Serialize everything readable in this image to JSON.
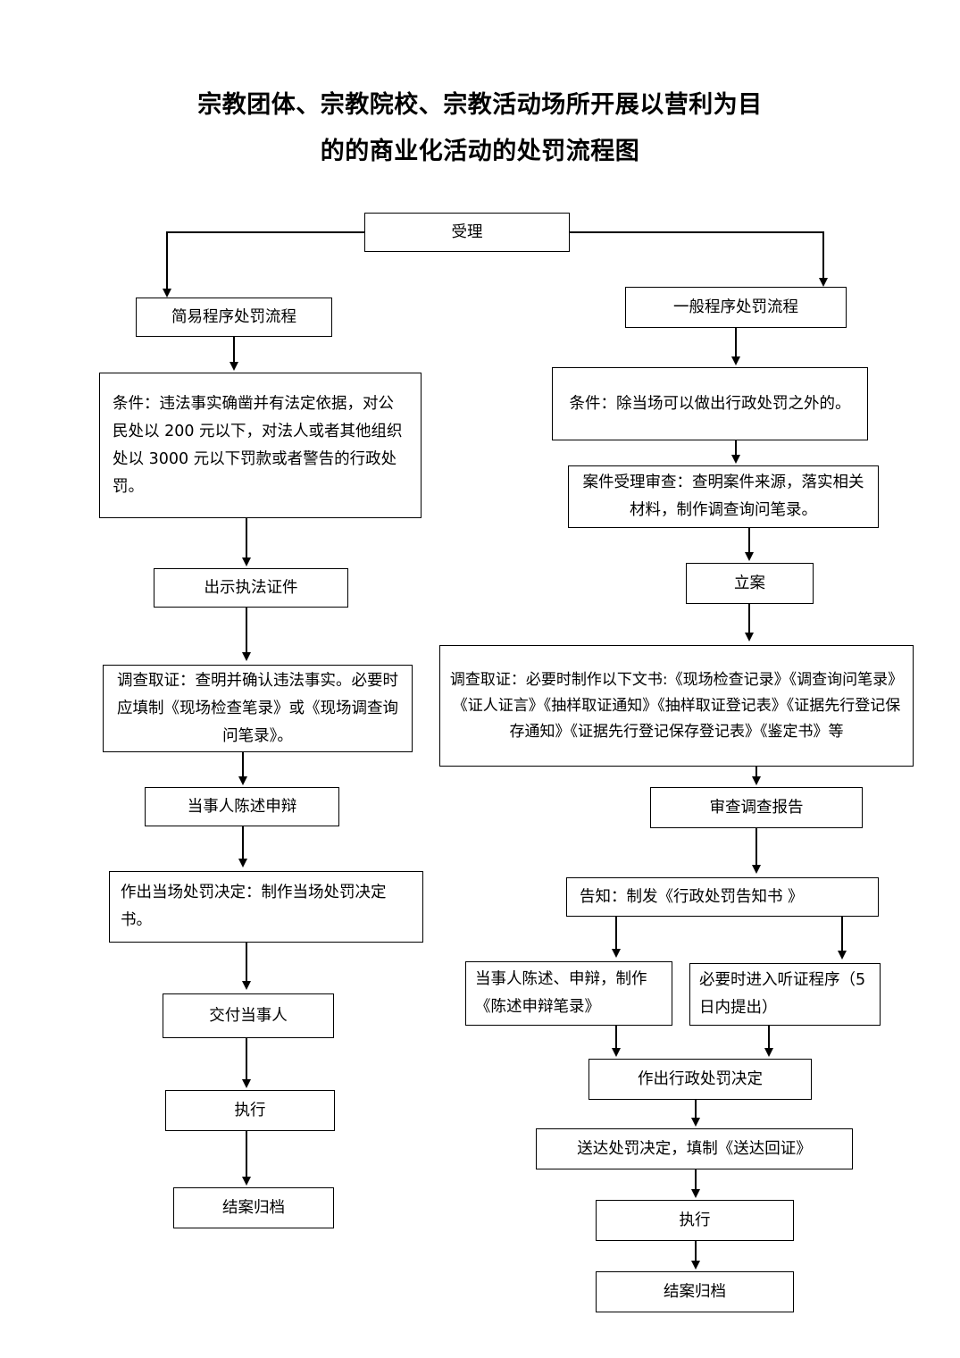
{
  "title": {
    "line1": "宗教团体、宗教院校、宗教活动场所开展以营利为目",
    "line2": "的的商业化活动的处罚流程图"
  },
  "flowchart": {
    "type": "flowchart",
    "orientation": "top-down, two parallel branches",
    "nodes": [
      {
        "id": "accept",
        "label": "受理"
      },
      {
        "id": "simple-branch",
        "label": "简易程序处罚流程"
      },
      {
        "id": "general-branch",
        "label": "一般程序处罚流程"
      },
      {
        "id": "simple-condition",
        "label": "条件：违法事实确凿并有法定依据，对公民处以 200 元以下，对法人或者其他组织处以 3000 元以下罚款或者警告的行政处罚。"
      },
      {
        "id": "general-condition",
        "label": "条件：除当场可以做出行政处罚之外的。"
      },
      {
        "id": "case-review",
        "label": "案件受理审查：查明案件来源，落实相关材料，制作调查询问笔录。"
      },
      {
        "id": "show-credentials",
        "label": "出示执法证件"
      },
      {
        "id": "filing",
        "label": "立案"
      },
      {
        "id": "simple-evidence",
        "label": "调查取证：查明并确认违法事实。必要时应填制《现场检查笔录》或《现场调查询问笔录》。"
      },
      {
        "id": "general-evidence",
        "label": "调查取证：必要时制作以下文书:《现场检查记录》《调查询问笔录》《证人证言》《抽样取证通知》《抽样取证登记表》《证据先行登记保存通知》《证据先行登记保存登记表》《鉴定书》等"
      },
      {
        "id": "party-statement-simple",
        "label": "当事人陈述申辩"
      },
      {
        "id": "review-report",
        "label": "审查调查报告"
      },
      {
        "id": "onsite-decision",
        "label": "作出当场处罚决定：制作当场处罚决定书。"
      },
      {
        "id": "notice",
        "label": "告知：制发《行政处罚告知书 》"
      },
      {
        "id": "party-statement-general",
        "label": "当事人陈述、申辩，制作《陈述申辩笔录》"
      },
      {
        "id": "hearing",
        "label": "必要时进入听证程序（5 日内提出）"
      },
      {
        "id": "deliver-party",
        "label": "交付当事人"
      },
      {
        "id": "penalty-decision",
        "label": "作出行政处罚决定"
      },
      {
        "id": "execute-left",
        "label": "执行"
      },
      {
        "id": "serve-decision",
        "label": "送达处罚决定，填制《送达回证》"
      },
      {
        "id": "archive-left",
        "label": "结案归档"
      },
      {
        "id": "execute-right",
        "label": "执行"
      },
      {
        "id": "archive-right",
        "label": "结案归档"
      }
    ]
  }
}
